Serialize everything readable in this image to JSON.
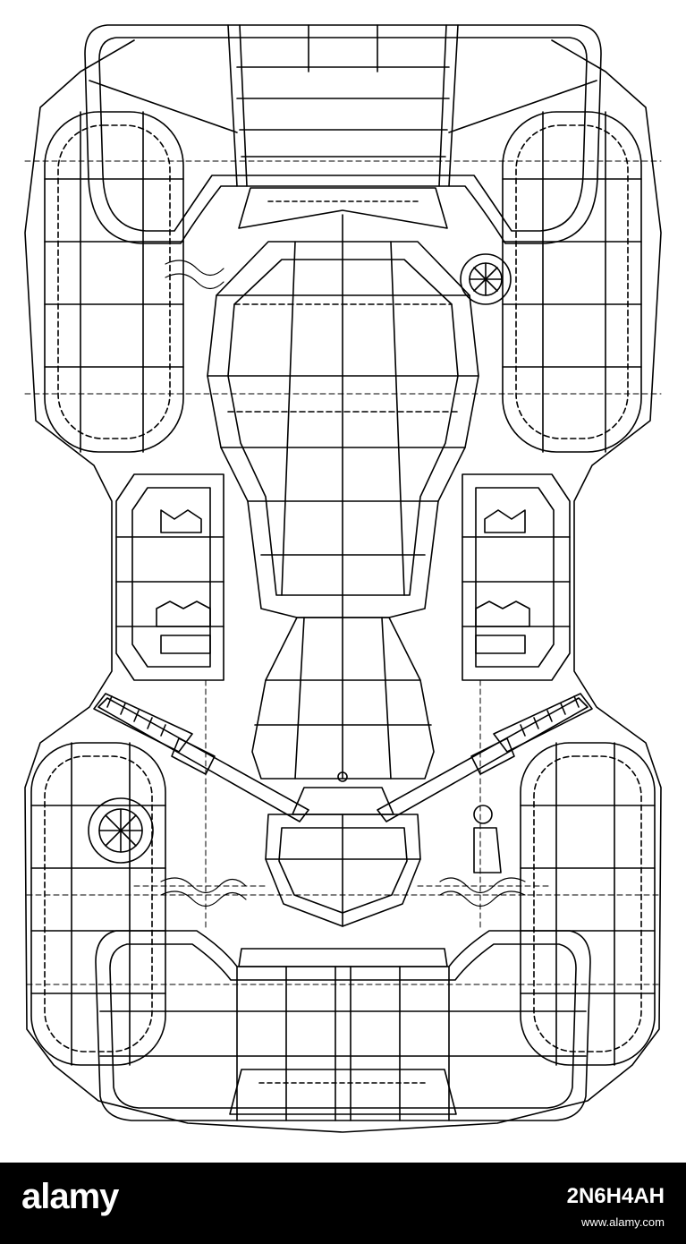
{
  "drawing": {
    "subject": "atv-quad-bike-wireframe-top-view",
    "line_color": "#000000",
    "background_color": "#ffffff"
  },
  "footer": {
    "brand": "alamy",
    "image_id": "2N6H4AH",
    "url": "www.alamy.com",
    "background_color": "#000000",
    "text_color": "#ffffff"
  }
}
